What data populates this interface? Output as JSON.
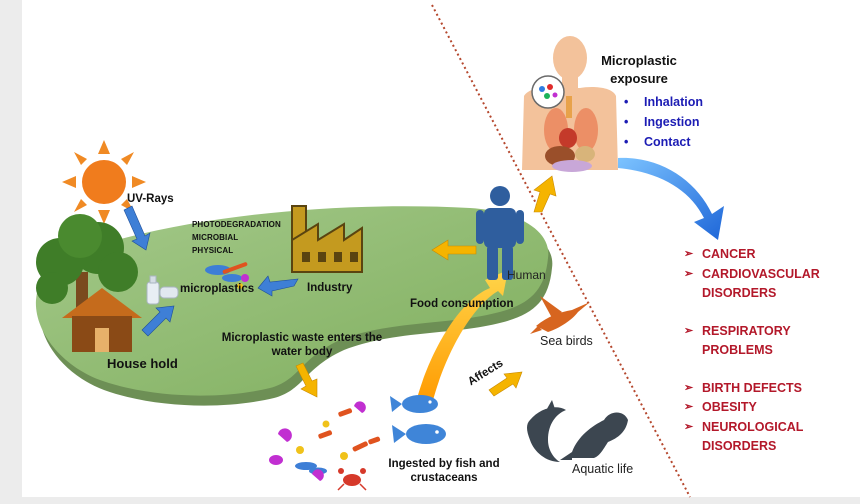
{
  "labels": {
    "uv_rays": "UV-Rays",
    "photodegradation": "PHOTODEGRADATION",
    "microbial": "MICROBIAL",
    "physical": "PHYSICAL",
    "microplastics": "microplastics",
    "industry": "Industry",
    "household": "House hold",
    "waste_enters": "Microplastic waste enters the water body",
    "human": "Human",
    "food_consumption": "Food consumption",
    "sea_birds": "Sea birds",
    "affects": "Affects",
    "ingested": "Ingested by fish and crustaceans",
    "aquatic_life": "Aquatic life"
  },
  "exposure": {
    "title": "Microplastic exposure",
    "routes": [
      "Inhalation",
      "Ingestion",
      "Contact"
    ]
  },
  "effects": [
    "CANCER",
    "CARDIOVASCULAR DISORDERS",
    "RESPIRATORY PROBLEMS",
    "BIRTH DEFECTS",
    "OBESITY",
    "NEUROLOGICAL DISORDERS"
  ],
  "colors": {
    "background": "#ececec",
    "panel": "#ffffff",
    "land": "#8fb96b",
    "blue_arrow": "#3e7fd6",
    "orange_arrow": "#f5b400",
    "route_text": "#1c1cb4",
    "effect_text": "#b3182a",
    "divider": "#c0392b"
  },
  "icons": [
    "sun-icon",
    "tree-icon",
    "house-icon",
    "factory-icon",
    "human-icon",
    "bird-icon",
    "fish-icon",
    "crab-icon",
    "dolphin-icon",
    "seal-icon",
    "body-icon"
  ]
}
